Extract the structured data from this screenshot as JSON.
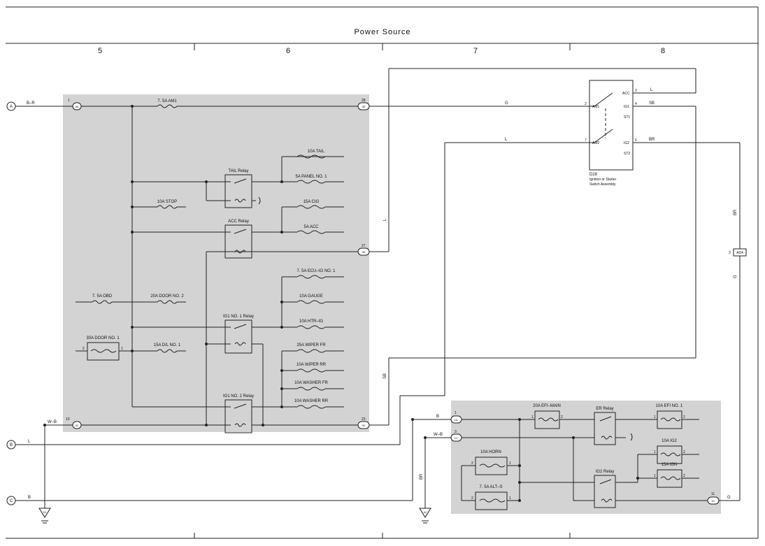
{
  "header": {
    "title": "Power Source",
    "columns": [
      "5",
      "6",
      "7",
      "8"
    ]
  },
  "connectors": {
    "a": "A",
    "b": "B",
    "c": "C"
  },
  "wires": {
    "br": "B–R",
    "l": "L",
    "b": "B",
    "wb": "W–B",
    "g": "G",
    "sb": "SB",
    "brr": "BR"
  },
  "fuses": {
    "am1": "7. 5A AM1",
    "tail": "10A TAIL",
    "panel": "5A PANEL NO. 1",
    "stop": "10A STOP",
    "cig": "15A CIG",
    "acc": "5A ACC",
    "ecuig": "7. 5A ECU–IG NO. 1",
    "obd": "7. 5A OBD",
    "door2": "20A DOOR NO. 2",
    "gauge": "10A GAUGE",
    "htrig": "10A HTR–IG",
    "door1": "30A DOOR NO. 1",
    "dl": "15A D/L NO. 1",
    "wiperfr": "25A WIPER FR",
    "wiperrr": "10A WIPER RR",
    "washerfr": "10A WASHER FR",
    "washerrr": "10A WASHER RR",
    "efimain": "20A EFI–MAIN",
    "efi1": "10A EFI NO. 1",
    "ig2": "10A IG2",
    "horn": "10A HORN",
    "ign": "15A IGN",
    "alts": "7. 5A ALT–S"
  },
  "relays": {
    "tail": "TAIL Relay",
    "acc": "ACC Relay",
    "ig1": "IG1 NO. 1 Relay",
    "ig12": "IG1 NO. 2 Relay",
    "er": "ER Relay",
    "ig2": "IG2 Relay"
  },
  "switch": {
    "code": "D28",
    "name1": "Ignition or Starter",
    "name2": "Switch Assembly",
    "am1": "AM1",
    "am2": "AM2",
    "acc": "ACC",
    "ig1": "IG1",
    "st1": "ST1",
    "ig2": "IG2",
    "st2": "ST2"
  },
  "pins": {
    "p1": "1",
    "p2": "2",
    "p3": "3",
    "p4": "4",
    "p6": "6",
    "p7": "7",
    "p10": "10",
    "p11": "11",
    "p23": "23",
    "p27": "27",
    "p28": "28"
  },
  "conn": {
    "c3a": "3A",
    "c3d": "3D",
    "c3c": "3C",
    "c1a": "1A",
    "c1c": "1C",
    "ad4": "AD4"
  },
  "grounds": {
    "d1": "D1",
    "a2": "A2"
  }
}
